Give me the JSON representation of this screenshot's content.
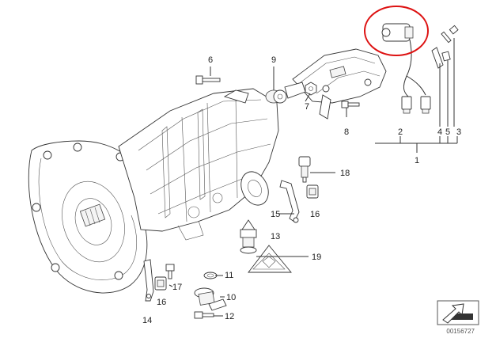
{
  "labels": {
    "p1": "1",
    "p2": "2",
    "p3": "3",
    "p4": "4",
    "p5": "5",
    "p6": "6",
    "p7": "7",
    "p8": "8",
    "p9": "9",
    "p10": "10",
    "p11": "11",
    "p12": "12",
    "p13": "13",
    "p14": "14",
    "p15": "15",
    "p16a": "16",
    "p16b": "16",
    "p17": "17",
    "p18": "18",
    "p19": "19"
  },
  "footer": {
    "diagram_code": "00156727"
  },
  "colors": {
    "highlight": "#d11111",
    "line": "#333333"
  }
}
